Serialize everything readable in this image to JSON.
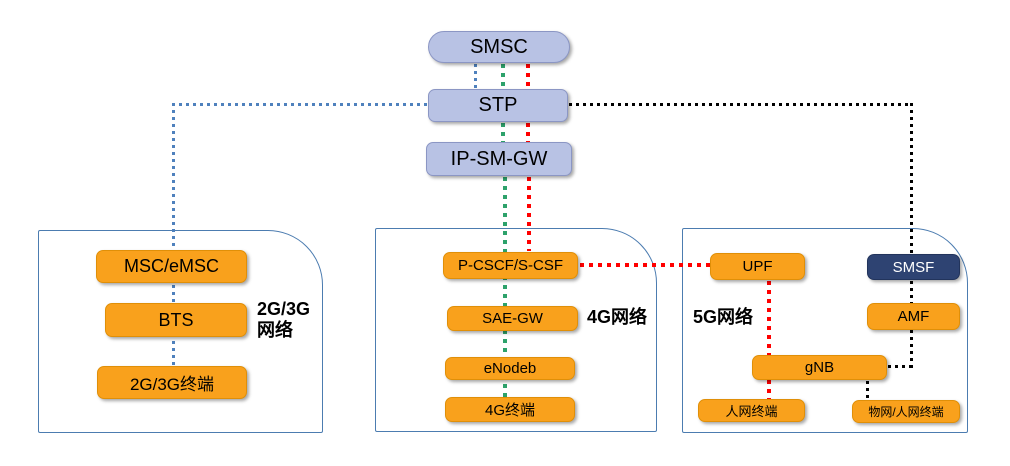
{
  "title": "SMS network architecture diagram (2G/3G, 4G, 5G short-message paths)",
  "core_nodes": {
    "smsc": "SMSC",
    "stp": "STP",
    "ipsmgw": "IP-SM-GW"
  },
  "groups": {
    "g2g3g": {
      "label": "2G/3G网络",
      "label_lines": [
        "2G/3G",
        "网络"
      ],
      "nodes": {
        "msc": "MSC/eMSC",
        "bts": "BTS",
        "t2g3g": "2G/3G终端"
      }
    },
    "g4g": {
      "label": "4G网络",
      "label_lines": [
        "4G网络"
      ],
      "nodes": {
        "pcscf": "P-CSCF/S-CSF",
        "saegw": "SAE-GW",
        "enodeb": "eNodeb",
        "t4g": "4G终端"
      }
    },
    "g5g": {
      "label": "5G网络",
      "label_lines": [
        "5G网络"
      ],
      "nodes": {
        "upf": "UPF",
        "smsf": "SMSF",
        "amf": "AMF",
        "gnb": "gNB",
        "thuman": "人网终端",
        "tiot": "物网/人网终端"
      }
    }
  },
  "edges": [
    {
      "from": "SMSC",
      "to": "STP",
      "color": "blue",
      "style": "dotted"
    },
    {
      "from": "SMSC",
      "to": "STP",
      "color": "green",
      "style": "dotted"
    },
    {
      "from": "SMSC",
      "to": "STP",
      "color": "red",
      "style": "dotted"
    },
    {
      "from": "STP",
      "to": "IP-SM-GW",
      "color": "green",
      "style": "dotted"
    },
    {
      "from": "STP",
      "to": "IP-SM-GW",
      "color": "red",
      "style": "dotted"
    },
    {
      "from": "STP",
      "to": "MSC/eMSC",
      "color": "blue",
      "style": "dotted"
    },
    {
      "from": "MSC/eMSC",
      "to": "BTS",
      "color": "blue",
      "style": "dotted"
    },
    {
      "from": "BTS",
      "to": "2G/3G终端",
      "color": "blue",
      "style": "dotted"
    },
    {
      "from": "IP-SM-GW",
      "to": "P-CSCF/S-CSF",
      "color": "green",
      "style": "dotted"
    },
    {
      "from": "IP-SM-GW",
      "to": "P-CSCF/S-CSF",
      "color": "red",
      "style": "dotted"
    },
    {
      "from": "P-CSCF/S-CSF",
      "to": "SAE-GW",
      "color": "green",
      "style": "dotted"
    },
    {
      "from": "SAE-GW",
      "to": "eNodeb",
      "color": "green",
      "style": "dotted"
    },
    {
      "from": "eNodeb",
      "to": "4G终端",
      "color": "green",
      "style": "dotted"
    },
    {
      "from": "P-CSCF/S-CSF",
      "to": "UPF",
      "color": "red",
      "style": "dotted"
    },
    {
      "from": "UPF",
      "to": "gNB",
      "color": "red",
      "style": "dotted"
    },
    {
      "from": "gNB",
      "to": "人网终端",
      "color": "red",
      "style": "dotted"
    },
    {
      "from": "STP",
      "to": "SMSF",
      "color": "black",
      "style": "dotted"
    },
    {
      "from": "SMSF",
      "to": "AMF",
      "color": "black",
      "style": "dotted"
    },
    {
      "from": "AMF",
      "to": "gNB",
      "color": "black",
      "style": "dotted"
    },
    {
      "from": "gNB",
      "to": "物网/人网终端",
      "color": "black",
      "style": "dotted"
    }
  ],
  "colors": {
    "core_fill": "#b8c2e4",
    "orange_fill": "#f9a11c",
    "smsf_fill": "#2e4372",
    "group_border": "#4c7cb0",
    "line_blue": "#4f81bd",
    "line_green": "#2da26b",
    "line_red": "#ff0000",
    "line_black": "#000000"
  }
}
